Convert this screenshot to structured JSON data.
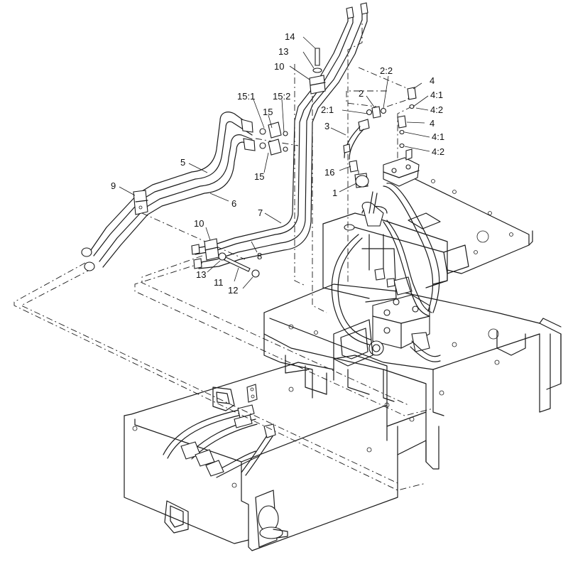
{
  "callouts": [
    {
      "id": "c14",
      "text": "14"
    },
    {
      "id": "c13a",
      "text": "13"
    },
    {
      "id": "c10a",
      "text": "10"
    },
    {
      "id": "c22",
      "text": "2:2"
    },
    {
      "id": "c4a",
      "text": "4"
    },
    {
      "id": "c41a",
      "text": "4:1"
    },
    {
      "id": "c2",
      "text": "2"
    },
    {
      "id": "c151",
      "text": "15:1"
    },
    {
      "id": "c152",
      "text": "15:2"
    },
    {
      "id": "c15a",
      "text": "15"
    },
    {
      "id": "c21",
      "text": "2:1"
    },
    {
      "id": "c42a",
      "text": "4:2"
    },
    {
      "id": "c4b",
      "text": "4"
    },
    {
      "id": "c3",
      "text": "3"
    },
    {
      "id": "c41b",
      "text": "4:1"
    },
    {
      "id": "c42b",
      "text": "4:2"
    },
    {
      "id": "c5",
      "text": "5"
    },
    {
      "id": "c15b",
      "text": "15"
    },
    {
      "id": "c16",
      "text": "16"
    },
    {
      "id": "c9",
      "text": "9"
    },
    {
      "id": "c1",
      "text": "1"
    },
    {
      "id": "c6",
      "text": "6"
    },
    {
      "id": "c7",
      "text": "7"
    },
    {
      "id": "c10b",
      "text": "10"
    },
    {
      "id": "c8",
      "text": "8"
    },
    {
      "id": "c13b",
      "text": "13"
    },
    {
      "id": "c11",
      "text": "11"
    },
    {
      "id": "c12",
      "text": "12"
    }
  ]
}
